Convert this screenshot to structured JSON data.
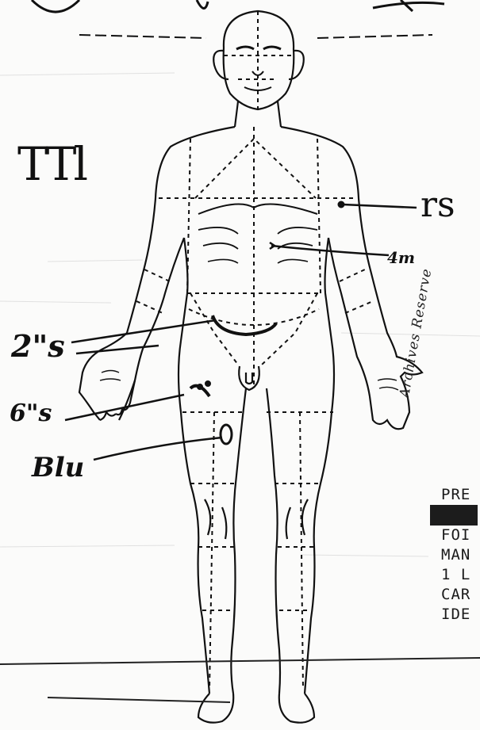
{
  "handwritten_labels": {
    "top_left": "TTl",
    "right_arm": "rs",
    "abdomen": "4m",
    "hip": "2\"s",
    "thigh": "6\"s",
    "knee": "Blu"
  },
  "typed_block": {
    "lines": [
      "PRE",
      "FOI",
      "MAN",
      "1 L",
      "CAR",
      "IDE"
    ]
  },
  "vertical_stamp": "Archives Reserve",
  "colors": {
    "ink": "#111111",
    "paper": "#fbfbfa",
    "redaction": "#1c1c1c"
  }
}
